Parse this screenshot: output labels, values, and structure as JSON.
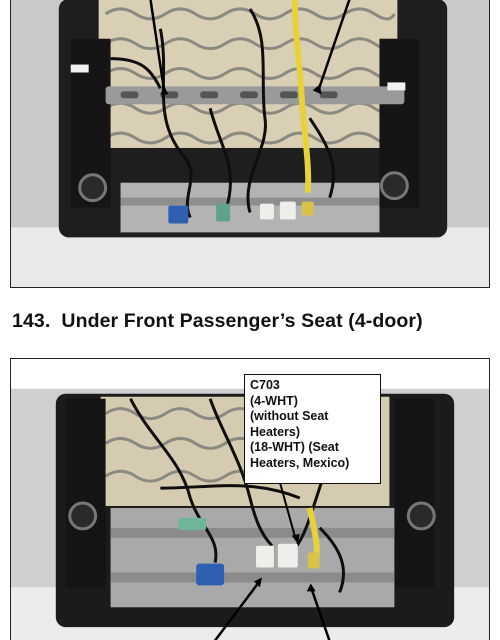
{
  "section": {
    "number": "143.",
    "title": "Under Front Passenger’s Seat (4-door)"
  },
  "figures": [
    {
      "name": "driver-seat-underside-photo"
    },
    {
      "name": "passenger-seat-underside-photo"
    }
  ],
  "callout": {
    "lines": [
      "C703",
      "(4-WHT)",
      "(without Seat",
      "Heaters)",
      "(18-WHT) (Seat",
      "Heaters, Mexico)"
    ]
  },
  "colors": {
    "frame_black": "#1c1c1c",
    "foam_beige": "#d8cfb4",
    "harness_yellow": "#e8d23a",
    "connector_blue": "#2f5fb0",
    "connector_green": "#5ea38a",
    "connector_white": "#eeeeea",
    "metal_gray": "#a8a8a8"
  }
}
